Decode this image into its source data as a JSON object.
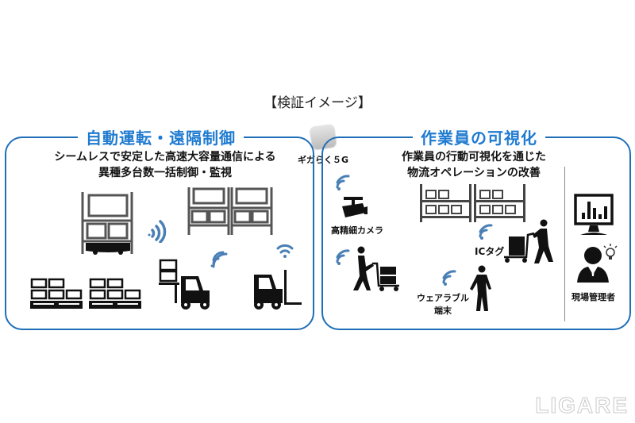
{
  "caption": "【検証イメージ】",
  "network": {
    "label": "ギガらく５G",
    "icon": "5g-router-icon"
  },
  "left_panel": {
    "title": "自動運転・遠隔制御",
    "subtitle_line1": "シームレスで安定した高速大容量通信による",
    "subtitle_line2": "異種多台数一括制御・監視"
  },
  "right_panel": {
    "title": "作業員の可視化",
    "subtitle_line1": "作業員の行動可視化を通じた",
    "subtitle_line2": "物流オペレーションの改善",
    "labels": {
      "camera": "高精細カメラ",
      "ic_tag": "ICタグ",
      "wearable_line1": "ウェアラブル",
      "wearable_line2": "端末",
      "manager": "現場管理者"
    }
  },
  "colors": {
    "accent": "#1f6fb8",
    "title": "#1f7bd0",
    "wifi": "#4a7fb5"
  },
  "watermark": "LIGARE"
}
